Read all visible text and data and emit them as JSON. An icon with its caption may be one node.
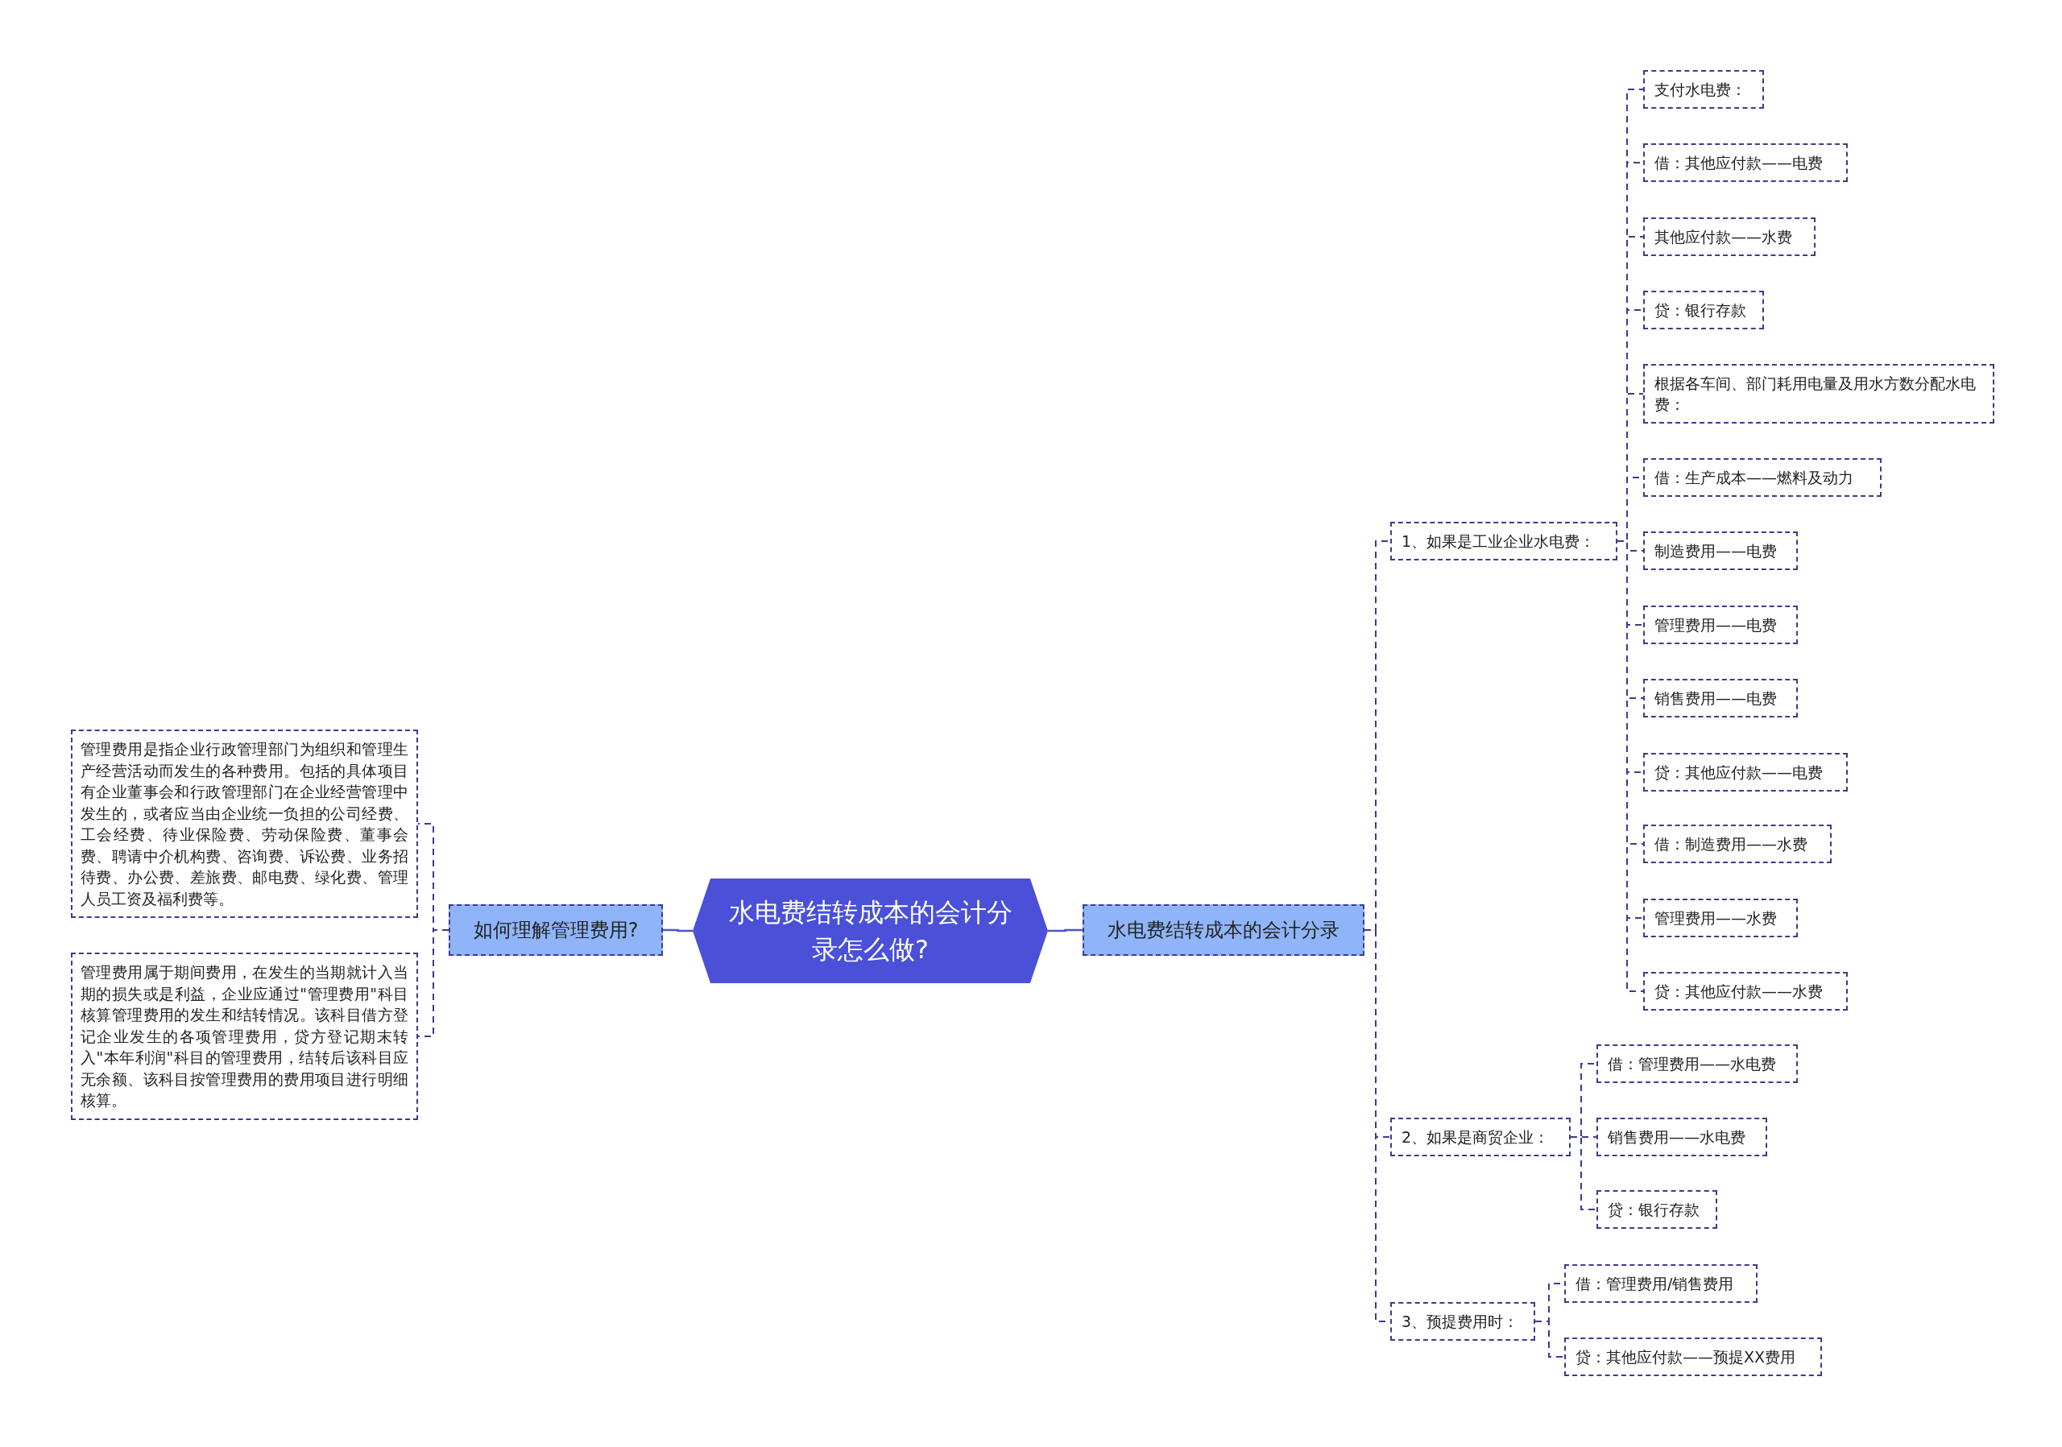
{
  "diagram": {
    "nodes": [
      {
        "text": [
          "水电费结转成本的会计分录怎么做?"
        ]
      },
      {
        "text": [
          "如何理解管理费用?"
        ]
      },
      {
        "text": [
          "管理费用是指企业行政管理部门为组织和管理生产经营活动而发生的各种费用。包括的具体项目有企业董事会和行政管理部门在企业经营管理中发生的，或者应当由企业统一负担的公司经费、工会经费、待业保险费、劳动保险费、董事会费、聘请中介机构费、咨询费、诉讼费、业务招待费、办公费、差旅费、邮电费、绿化费、管理人员工资及福利费等。"
        ]
      },
      {
        "text": [
          "管理费用属于期间费用，在发生的当期就计入当期的损失或是利益，企业应通过\"管理费用\"科目核算管理费用的发生和结转情况。该科目借方登记企业发生的各项管理费用，贷方登记期末转入\"本年利润\"科目的管理费用，结转后该科目应无余额、该科目按管理费用的费用项目进行明细核算。"
        ]
      },
      {
        "text": [
          "水电费结转成本的会计分录"
        ]
      },
      {
        "text": [
          "1、如果是工业企业水电费："
        ]
      },
      {
        "text": [
          "支付水电费："
        ]
      },
      {
        "text": [
          "借：其他应付款——电费"
        ]
      },
      {
        "text": [
          "其他应付款——水费"
        ]
      },
      {
        "text": [
          "贷：银行存款"
        ]
      },
      {
        "text": [
          "根据各车间、部门耗用电量及用水方数分配水电费："
        ]
      },
      {
        "text": [
          "借：生产成本——燃料及动力"
        ]
      },
      {
        "text": [
          "制造费用——电费"
        ]
      },
      {
        "text": [
          "管理费用——电费"
        ]
      },
      {
        "text": [
          "销售费用——电费"
        ]
      },
      {
        "text": [
          "贷：其他应付款——电费"
        ]
      },
      {
        "text": [
          "借：制造费用——水费"
        ]
      },
      {
        "text": [
          "管理费用——水费"
        ]
      },
      {
        "text": [
          "贷：其他应付款——水费"
        ]
      },
      {
        "text": [
          "2、如果是商贸企业："
        ]
      },
      {
        "text": [
          "借：管理费用——水电费"
        ]
      },
      {
        "text": [
          "销售费用——水电费"
        ]
      },
      {
        "text": [
          "贷：银行存款"
        ]
      },
      {
        "text": [
          "3、预提费用时："
        ]
      },
      {
        "text": [
          "借：管理费用/销售费用"
        ]
      },
      {
        "text": [
          "贷：其他应付款——预提XX费用"
        ]
      }
    ],
    "edges": [
      {
        "from": 0,
        "to": 1,
        "arrow": "none",
        "color": "#4a50d8"
      },
      {
        "from": 1,
        "to": 2,
        "arrow": "none",
        "style": "dashed"
      },
      {
        "from": 1,
        "to": 3,
        "arrow": "none",
        "style": "dashed"
      },
      {
        "from": 0,
        "to": 4,
        "arrow": "none",
        "color": "#4a50d8"
      },
      {
        "from": 4,
        "to": 5,
        "arrow": "none",
        "style": "dashed"
      },
      {
        "from": 5,
        "to": 6,
        "arrow": "none",
        "style": "dashed"
      },
      {
        "from": 5,
        "to": 7,
        "arrow": "none",
        "style": "dashed"
      },
      {
        "from": 5,
        "to": 8,
        "arrow": "none",
        "style": "dashed"
      },
      {
        "from": 5,
        "to": 9,
        "arrow": "none",
        "style": "dashed"
      },
      {
        "from": 5,
        "to": 10,
        "arrow": "none",
        "style": "dashed"
      },
      {
        "from": 5,
        "to": 11,
        "arrow": "none",
        "style": "dashed"
      },
      {
        "from": 5,
        "to": 12,
        "arrow": "none",
        "style": "dashed"
      },
      {
        "from": 5,
        "to": 13,
        "arrow": "none",
        "style": "dashed"
      },
      {
        "from": 5,
        "to": 14,
        "arrow": "none",
        "style": "dashed"
      },
      {
        "from": 5,
        "to": 15,
        "arrow": "none",
        "style": "dashed"
      },
      {
        "from": 5,
        "to": 16,
        "arrow": "none",
        "style": "dashed"
      },
      {
        "from": 5,
        "to": 17,
        "arrow": "none",
        "style": "dashed"
      },
      {
        "from": 5,
        "to": 18,
        "arrow": "none",
        "style": "dashed"
      },
      {
        "from": 4,
        "to": 19,
        "arrow": "none",
        "style": "dashed"
      },
      {
        "from": 19,
        "to": 20,
        "arrow": "none",
        "style": "dashed"
      },
      {
        "from": 19,
        "to": 21,
        "arrow": "none",
        "style": "dashed"
      },
      {
        "from": 19,
        "to": 22,
        "arrow": "none",
        "style": "dashed"
      },
      {
        "from": 4,
        "to": 23,
        "arrow": "none",
        "style": "dashed"
      },
      {
        "from": 23,
        "to": 24,
        "arrow": "none",
        "style": "dashed"
      },
      {
        "from": 23,
        "to": 25,
        "arrow": "none",
        "style": "dashed"
      }
    ]
  }
}
